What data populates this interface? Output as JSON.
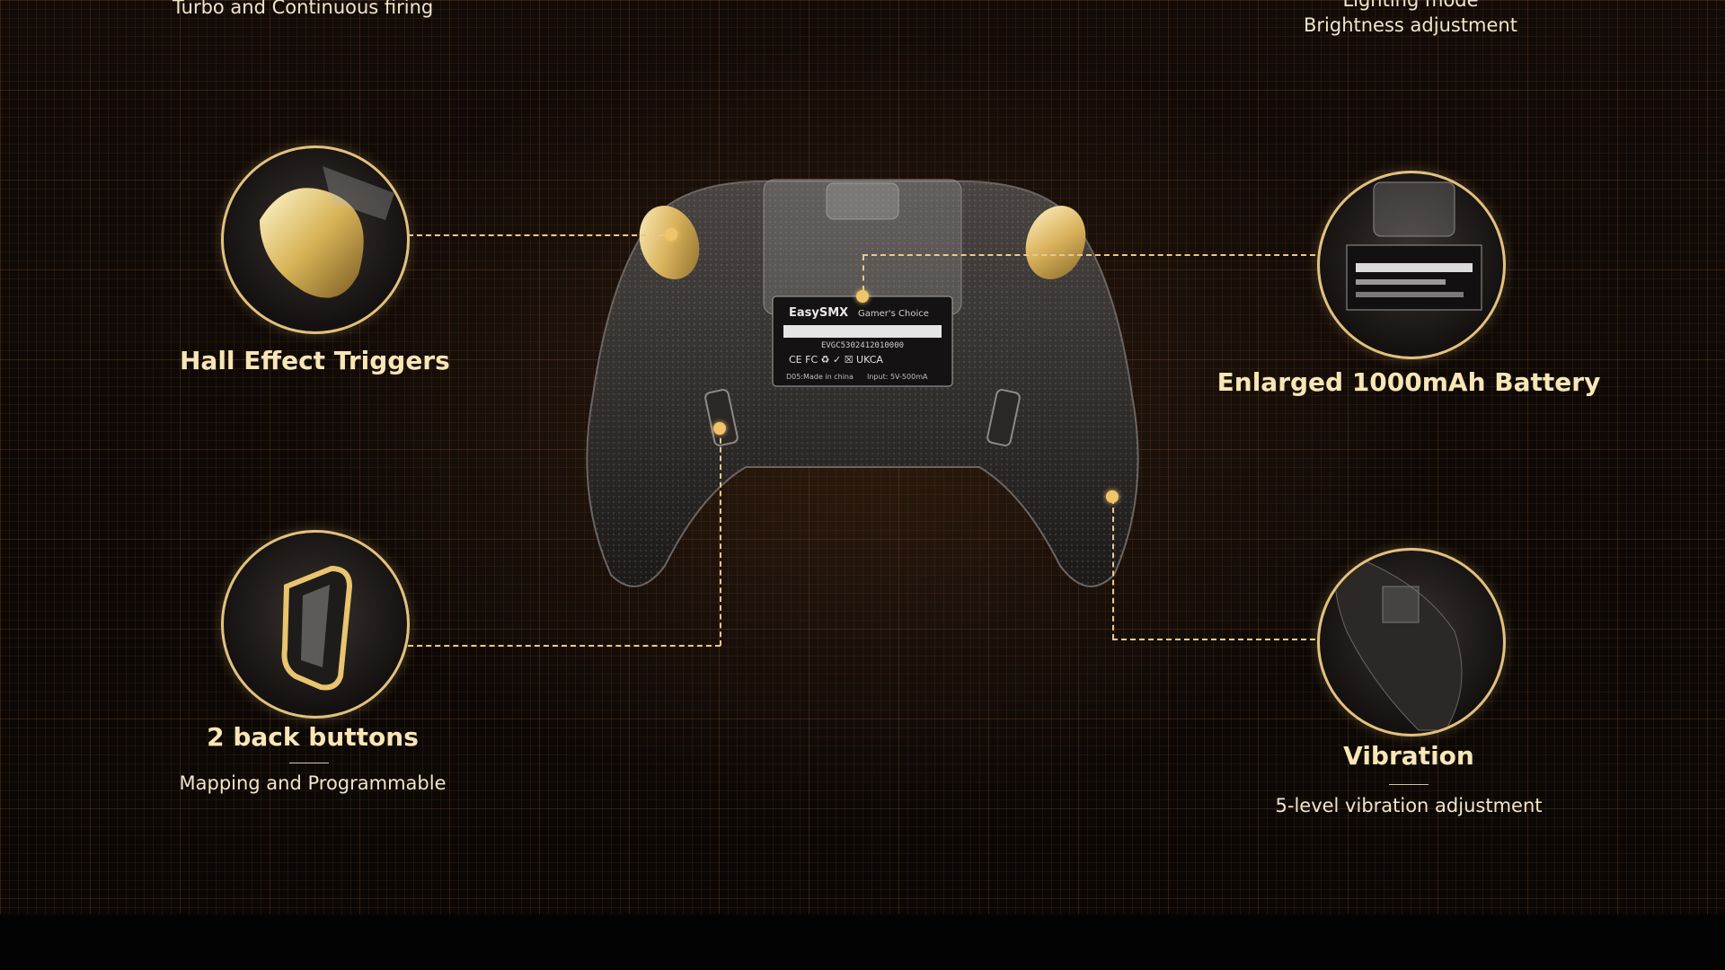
{
  "top": {
    "left_caption": "Turbo and Continuous firing",
    "right_line1": "Lighting mode",
    "right_line2": "Brightness adjustment"
  },
  "features": {
    "hall_effect": {
      "title": "Hall Effect Triggers"
    },
    "back_buttons": {
      "title": "2 back buttons",
      "subtitle": "Mapping and Programmable"
    },
    "battery": {
      "title": "Enlarged 1000mAh Battery"
    },
    "vibration": {
      "title": "Vibration",
      "subtitle": "5-level vibration adjustment"
    }
  },
  "label": {
    "brand": "EasySMX",
    "tagline": "Gamer's Choice",
    "serial": "EVGC5302412010000",
    "marks": "CE FC ♻ ✓ ☒ UKCA",
    "model": "D05:Made in china",
    "input": "Input: 5V-500mA"
  },
  "colors": {
    "accent": "#e2c17e",
    "gold": "#f0c46a",
    "background": "#0a0705"
  }
}
